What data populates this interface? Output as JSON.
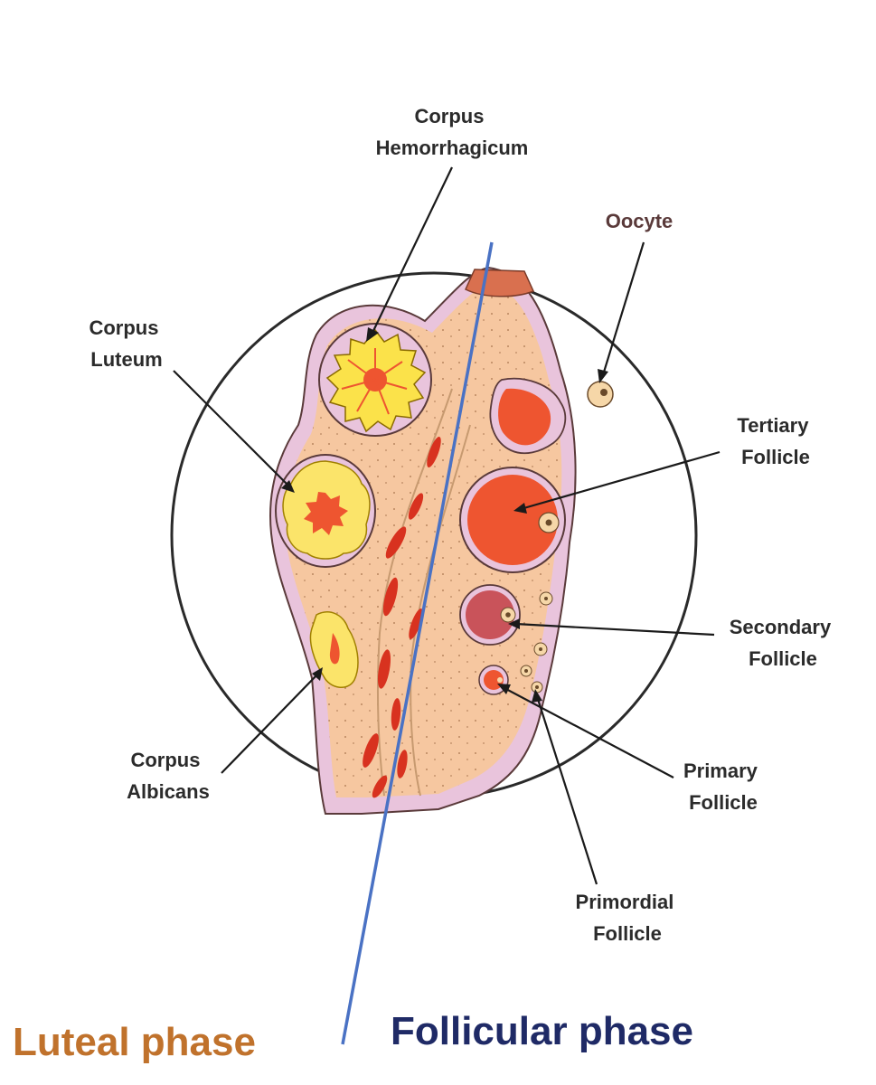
{
  "labels": {
    "corpus_hemorrhagicum": [
      "Corpus",
      "Hemorrhagicum"
    ],
    "oocyte": "Oocyte",
    "corpus_luteum": [
      "Corpus",
      "Luteum"
    ],
    "tertiary_follicle": [
      "Tertiary",
      "Follicle"
    ],
    "secondary_follicle": [
      "Secondary",
      "Follicle"
    ],
    "corpus_albicans": [
      "Corpus",
      "Albicans"
    ],
    "primary_follicle": [
      "Primary",
      "Follicle"
    ],
    "primordial_follicle": [
      "Primordial",
      "Follicle"
    ]
  },
  "phases": {
    "luteal": "Luteal phase",
    "follicular": "Follicular phase"
  },
  "colors": {
    "luteal": "#c0722c",
    "follicular": "#1f2a66",
    "divider": "#4a72c4",
    "ovary_stroma": "#f6c7a0",
    "capsule": "#e9c4dc",
    "luteum_yellow": "#fbe24a",
    "follicle_red": "#ee5530"
  }
}
